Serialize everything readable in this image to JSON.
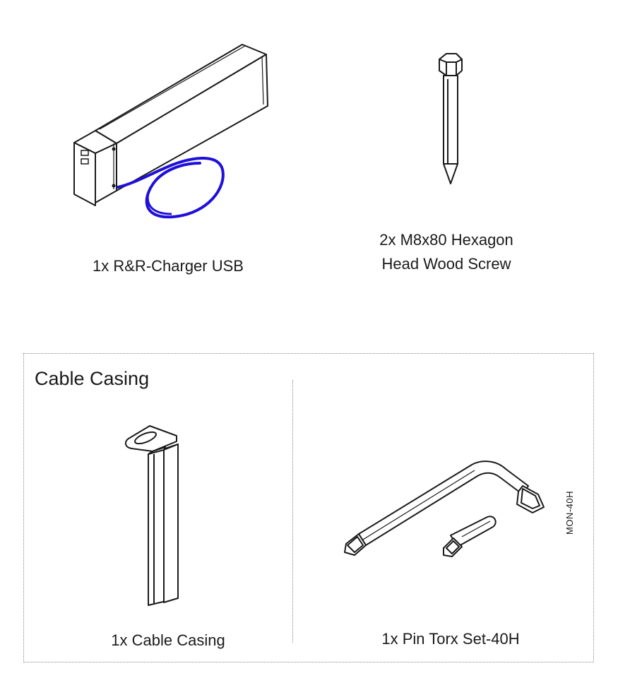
{
  "items": {
    "charger": {
      "label": "1x R&R-Charger USB"
    },
    "screw": {
      "label_lines": [
        "2x M8x80 Hexagon",
        "Head Wood Screw"
      ]
    },
    "cable_casing": {
      "label": "1x Cable Casing"
    },
    "torx": {
      "label": "1x Pin Torx Set-40H",
      "code": "MON-40H"
    }
  },
  "casing_section": {
    "title": "Cable Casing"
  },
  "colors": {
    "cable": "#1f10d8",
    "ink": "#1a1a1a",
    "dotted_border": "#8a8a8a"
  }
}
